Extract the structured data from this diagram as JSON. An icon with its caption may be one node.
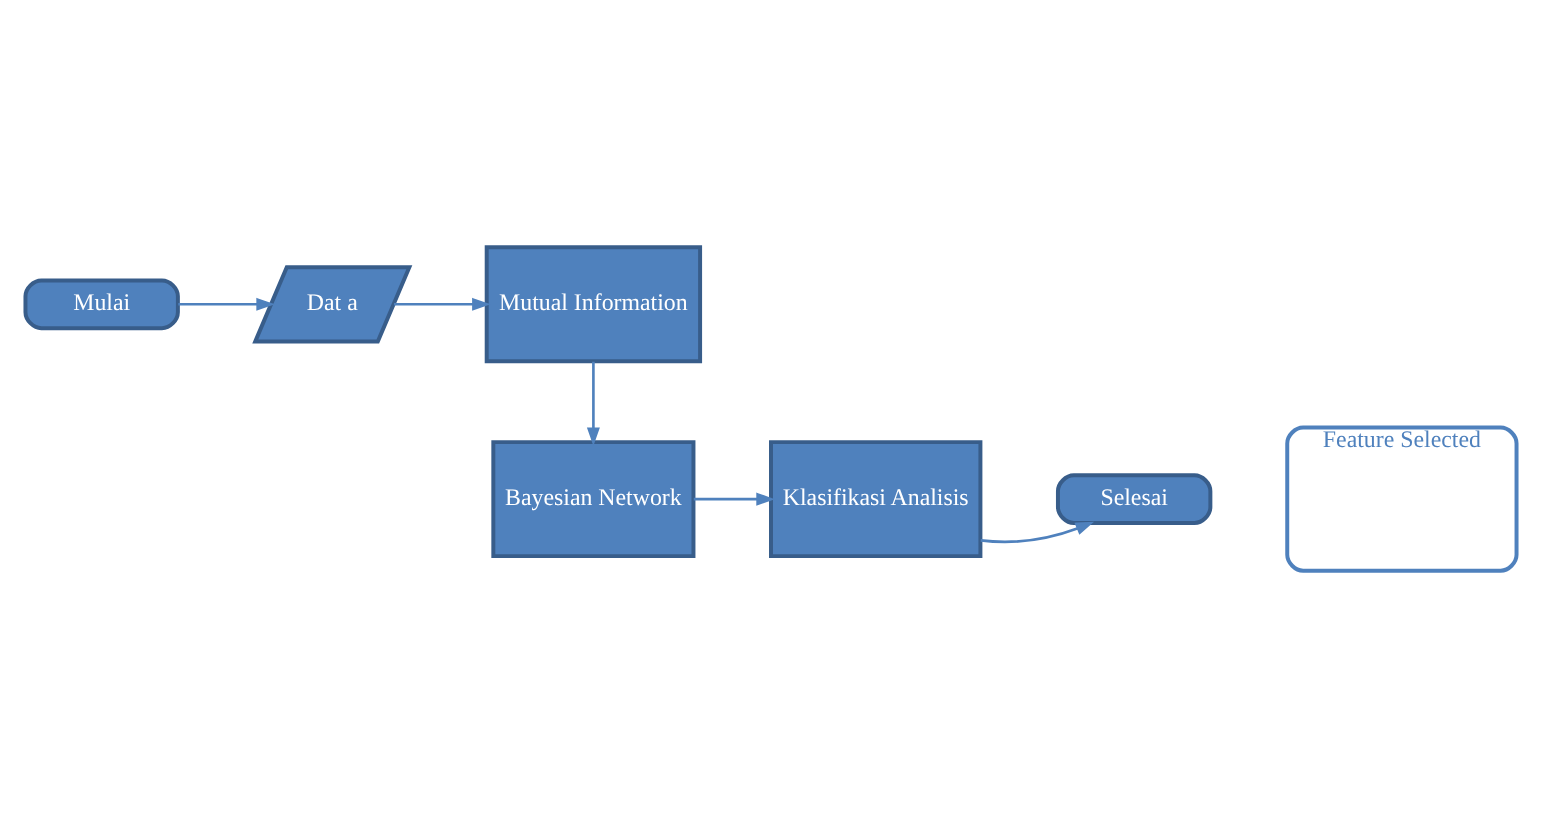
{
  "diagram": {
    "nodes": [
      {
        "text": [
          "Mulai"
        ]
      },
      {
        "text": [
          "Dat a"
        ]
      },
      {
        "text": [
          "Mutual Information"
        ]
      },
      {
        "text": [
          "Feature Selected"
        ]
      },
      {
        "text": [
          "Bayesian Network"
        ]
      },
      {
        "text": [
          "Klasifikasi Analisis"
        ]
      },
      {
        "text": [
          "Selesai"
        ]
      }
    ],
    "edges": [
      {
        "from": 0,
        "to": 1,
        "arrow": "to"
      },
      {
        "from": 1,
        "to": 2,
        "arrow": "to"
      },
      {
        "from": 2,
        "to": 4,
        "arrow": "to"
      },
      {
        "from": 4,
        "to": 5,
        "arrow": "to"
      },
      {
        "from": 5,
        "to": 6,
        "arrow": "to"
      }
    ]
  }
}
